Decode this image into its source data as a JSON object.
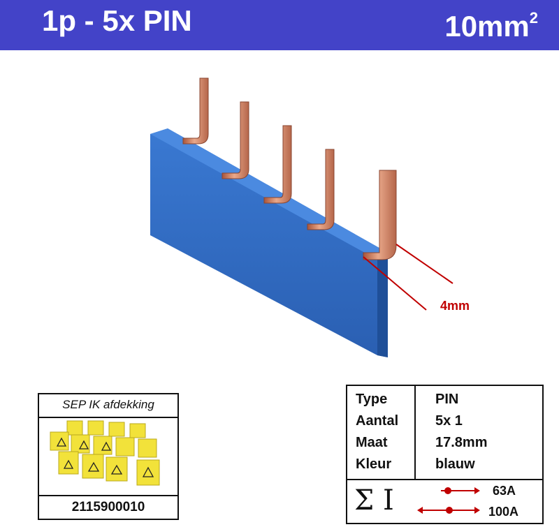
{
  "header": {
    "title": "1p - 5x PIN",
    "size": "10mm",
    "size_sup": "2"
  },
  "product": {
    "dimension_label": "4mm"
  },
  "cover": {
    "caption": "SEP IK afdekking",
    "code": "2115900010"
  },
  "spec": {
    "rows": [
      {
        "label": "Type",
        "value": "PIN"
      },
      {
        "label": "Aantal",
        "value": "5x 1"
      },
      {
        "label": "Maat",
        "value": "17.8mm"
      },
      {
        "label": "Kleur",
        "value": "blauw"
      }
    ],
    "sum_symbol": "Σ I",
    "ratings": [
      "63A",
      "100A"
    ]
  },
  "colors": {
    "header_bg": "#4343c8",
    "bar_blue": "#2f6bc4",
    "copper": "#c8785a",
    "dimension_red": "#c00000",
    "cover_yellow": "#f2e23a"
  }
}
